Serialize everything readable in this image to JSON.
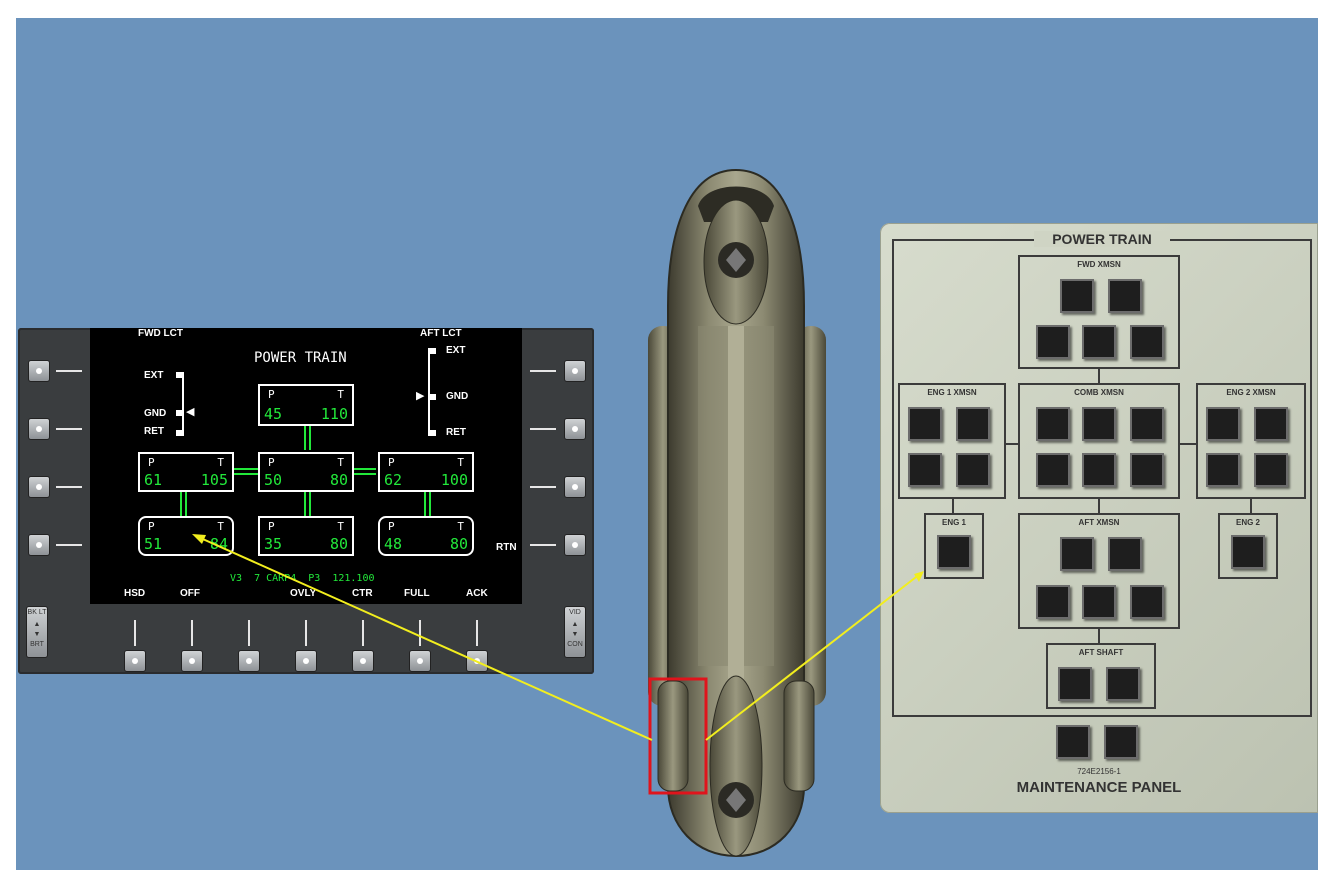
{
  "mfd": {
    "title": "POWER TRAIN",
    "fwd_lct": "FWD LCT",
    "aft_lct": "AFT LCT",
    "ext": "EXT",
    "gnd": "GND",
    "ret": "RET",
    "rtn": "RTN",
    "p": "P",
    "t": "T",
    "modules": [
      {
        "p": "45",
        "t": "110"
      },
      {
        "p": "61",
        "t": "105"
      },
      {
        "p": "50",
        "t": "80"
      },
      {
        "p": "62",
        "t": "100"
      },
      {
        "p": "51",
        "t": "84"
      },
      {
        "p": "35",
        "t": "80"
      },
      {
        "p": "48",
        "t": "80"
      }
    ],
    "status_line": "V3  7 CARP4  P3  121.100",
    "softkeys": [
      "HSD",
      "OFF",
      "OVLY",
      "CTR",
      "FULL",
      "ACK"
    ],
    "bklt_rocker": [
      "BK LT",
      "BRT"
    ],
    "vid_rocker": [
      "VID",
      "CON"
    ]
  },
  "panel": {
    "title": "POWER TRAIN",
    "groups": {
      "fwd_xmsn": "FWD XMSN",
      "eng1_xmsn": "ENG 1 XMSN",
      "comb_xmsn": "COMB XMSN",
      "eng2_xmsn": "ENG 2 XMSN",
      "eng1": "ENG 1",
      "aft_xmsn": "AFT XMSN",
      "eng2": "ENG 2",
      "aft_shaft": "AFT SHAFT"
    },
    "part_number": "724E2156-1",
    "name": "MAINTENANCE PANEL"
  },
  "colors": {
    "background": "#6b93bc",
    "screen_green": "#22e83a",
    "screen_cyan": "#20d0e0",
    "arrow": "#f2ee1e",
    "highlight": "#e0141c"
  }
}
